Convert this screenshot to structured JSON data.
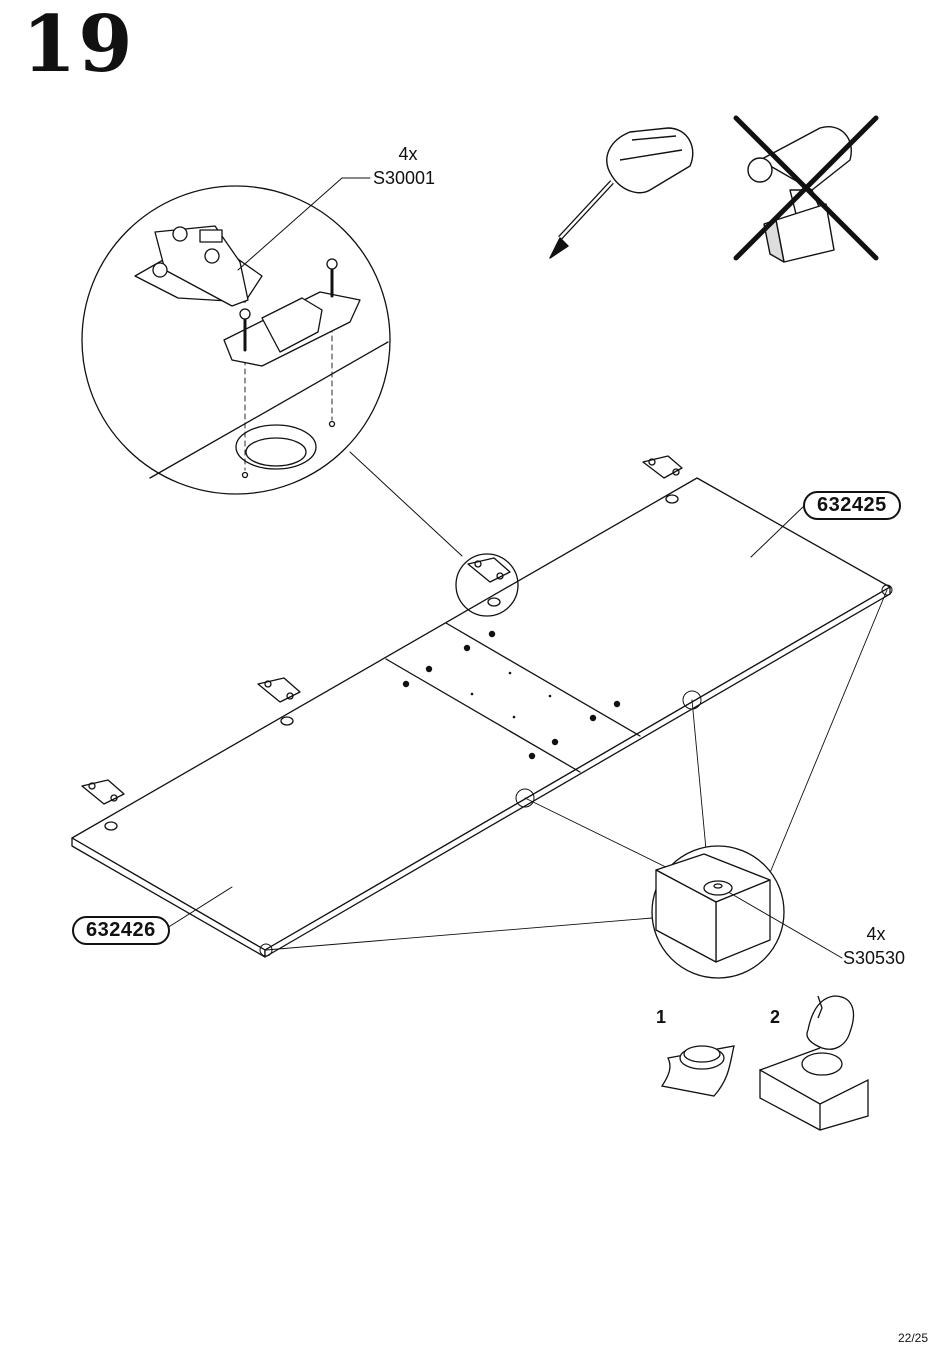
{
  "step": {
    "number": "19"
  },
  "hinge_callout": {
    "quantity": "4x",
    "part_code": "S30001"
  },
  "foot_callout": {
    "quantity": "4x",
    "part_code": "S30530"
  },
  "panels": {
    "upper": "632425",
    "lower": "632426"
  },
  "tools": [
    {
      "name": "screwdriver-icon",
      "allowed": true
    },
    {
      "name": "power-drill-icon",
      "allowed": false
    }
  ],
  "substeps": [
    {
      "number": "1"
    },
    {
      "number": "2"
    }
  ],
  "page": {
    "indicator": "22/25"
  },
  "colors": {
    "line": "#111111",
    "background": "#ffffff"
  }
}
